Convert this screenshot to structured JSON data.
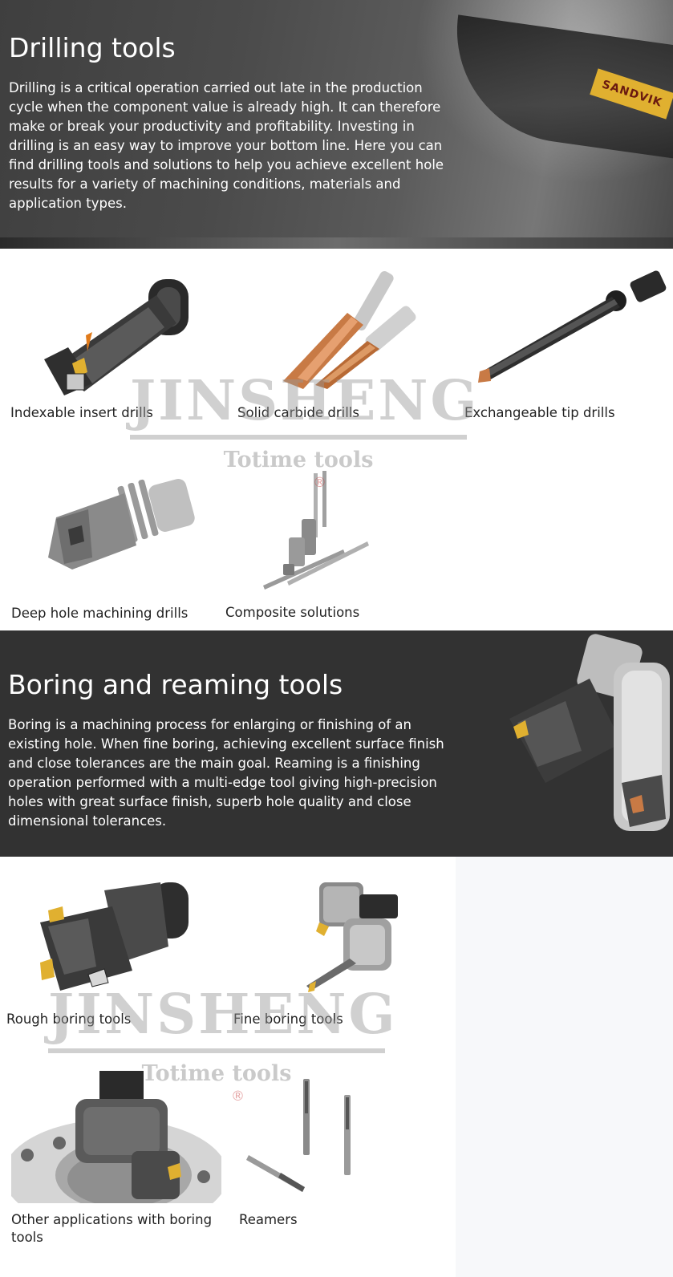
{
  "drilling": {
    "title": "Drilling tools",
    "description": "Drilling is a critical operation carried out late in the production cycle when the component value is already high. It can therefore make or break your productivity and profitability. Investing in drilling is an easy way to improve your bottom line. Here you can find drilling tools and solutions to help you achieve excellent hole results for a variety of machining conditions, materials and application types.",
    "brand_tag": "SANDVIK",
    "items": [
      {
        "label": "Indexable insert drills",
        "icon": "indexable-drill-icon"
      },
      {
        "label": "Solid carbide drills",
        "icon": "solid-carbide-drill-icon"
      },
      {
        "label": "Exchangeable tip drills",
        "icon": "exchangeable-tip-drill-icon"
      },
      {
        "label": "Deep hole machining drills",
        "icon": "deep-hole-drill-icon"
      },
      {
        "label": "Composite solutions",
        "icon": "composite-tools-icon"
      }
    ]
  },
  "boring": {
    "title": "Boring and reaming tools",
    "description": "Boring is a machining process for enlarging or finishing of an existing hole. When fine boring, achieving excellent surface finish and close tolerances are the main goal. Reaming is a finishing operation performed with a multi-edge tool giving high-precision holes with great surface finish, superb hole quality and close dimensional tolerances.",
    "items": [
      {
        "label": "Rough boring tools",
        "icon": "rough-boring-tool-icon"
      },
      {
        "label": "Fine boring tools",
        "icon": "fine-boring-tool-icon"
      },
      {
        "label": "Other applications with boring tools",
        "icon": "boring-application-icon"
      },
      {
        "label": "Reamers",
        "icon": "reamer-icon"
      }
    ]
  },
  "watermark": {
    "main": "JINSHENG",
    "sub": "Totime tools",
    "reg": "®"
  },
  "colors": {
    "dark_band": "#323232",
    "insert_gold": "#e0b030",
    "copper": "#c87a45"
  }
}
